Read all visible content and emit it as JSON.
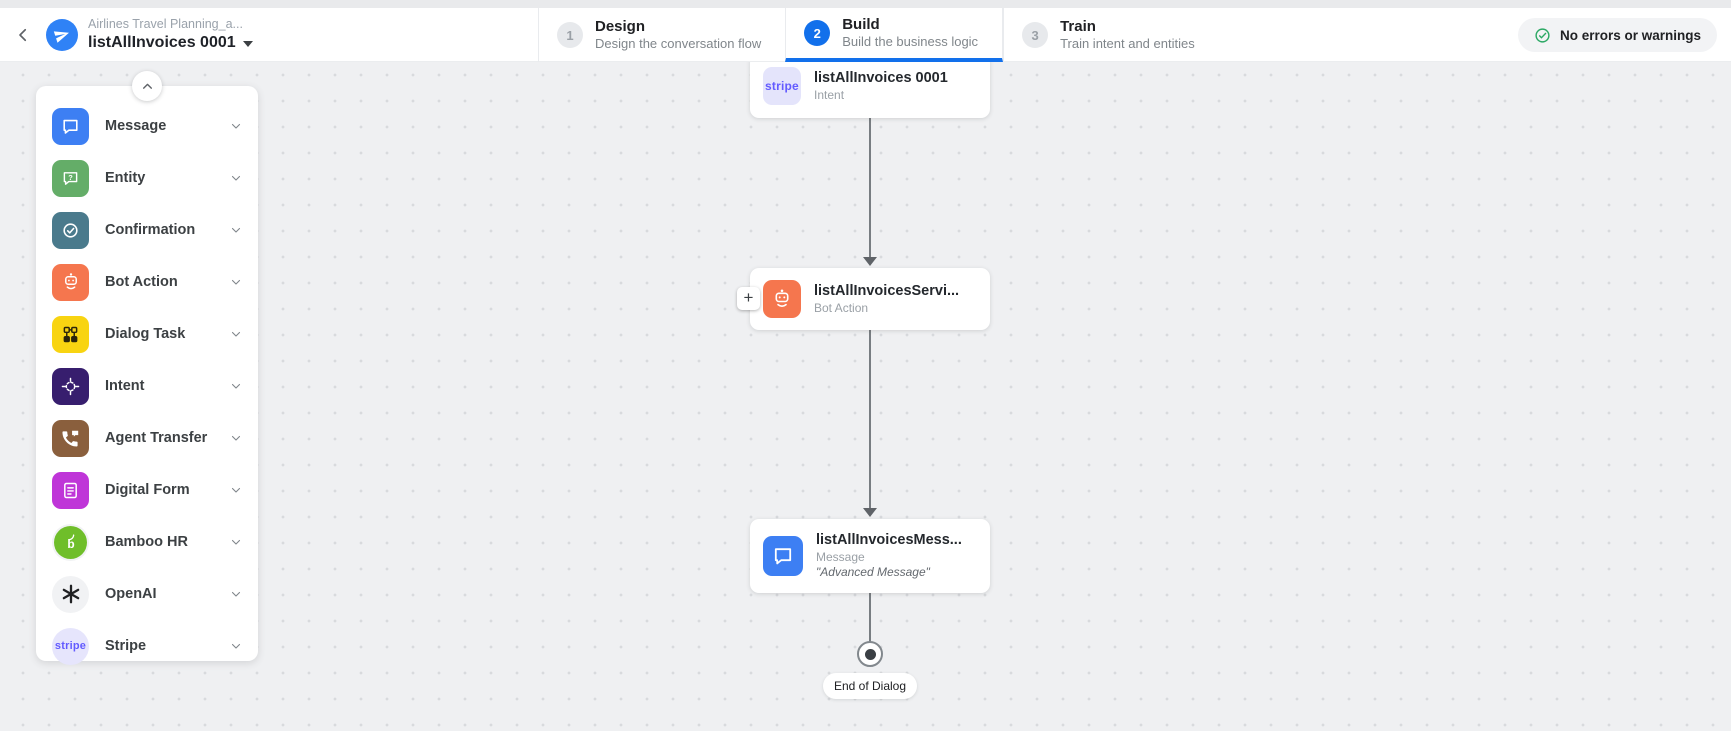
{
  "header": {
    "app_name": "Airlines Travel Planning_a...",
    "dialog_name": "listAllInvoices 0001",
    "status_pill": "No errors or warnings"
  },
  "steps": [
    {
      "number": "1",
      "title": "Design",
      "subtitle": "Design the conversation flow",
      "active": false
    },
    {
      "number": "2",
      "title": "Build",
      "subtitle": "Build the business logic",
      "active": true
    },
    {
      "number": "3",
      "title": "Train",
      "subtitle": "Train intent and entities",
      "active": false
    }
  ],
  "palette": {
    "items": [
      {
        "label": "Message",
        "icon": "message-icon",
        "color": "#3d7ff3"
      },
      {
        "label": "Entity",
        "icon": "entity-icon",
        "color": "#64ad68"
      },
      {
        "label": "Confirmation",
        "icon": "confirmation-icon",
        "color": "#4a7a8c"
      },
      {
        "label": "Bot Action",
        "icon": "bot-action-icon",
        "color": "#f5764e"
      },
      {
        "label": "Dialog Task",
        "icon": "dialog-task-icon",
        "color": "#f8d411"
      },
      {
        "label": "Intent",
        "icon": "intent-icon",
        "color": "#371e6e"
      },
      {
        "label": "Agent Transfer",
        "icon": "agent-transfer-icon",
        "color": "#8a5f3d"
      },
      {
        "label": "Digital Form",
        "icon": "digital-form-icon",
        "color": "#bf35d8"
      },
      {
        "label": "Bamboo HR",
        "icon": "bamboohr-icon",
        "color": "#6fbe2a"
      },
      {
        "label": "OpenAI",
        "icon": "openai-icon",
        "color": "#202123"
      },
      {
        "label": "Stripe",
        "icon": "stripe-icon",
        "color": "#635bff"
      }
    ]
  },
  "flow": {
    "nodes": [
      {
        "title": "listAllInvoices 0001",
        "subtitle": "Intent",
        "icon": "stripe-node-icon"
      },
      {
        "title": "listAllInvoicesServi...",
        "subtitle": "Bot Action",
        "icon": "bot-action-node-icon"
      },
      {
        "title": "listAllInvoicesMess...",
        "subtitle": "Message",
        "note": "\"Advanced Message\"",
        "icon": "message-node-icon"
      }
    ],
    "add_button": "+",
    "end_label": "End of Dialog"
  },
  "icons": {
    "stripe_wordmark": "stripe",
    "bamboo_glyph": "b",
    "entity_glyph": "?"
  },
  "colors": {
    "accent_blue": "#1270eb",
    "success_green": "#2ba864",
    "canvas_bg": "#eff0f2",
    "stripe_purple": "#635bff",
    "connector_gray": "#787d82"
  }
}
